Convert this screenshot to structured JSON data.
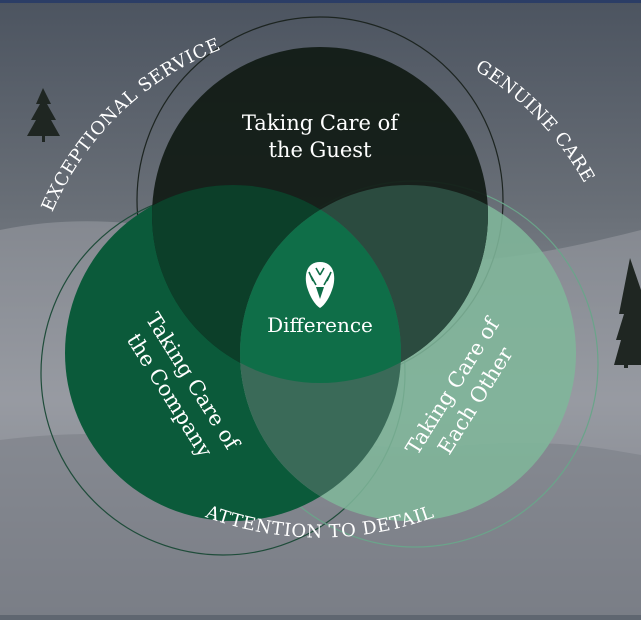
{
  "diagram": {
    "circles": {
      "guest": {
        "lines": [
          "Taking Care of",
          "the Guest"
        ],
        "color": "#101a14"
      },
      "company": {
        "lines": [
          "Taking Care of",
          "the Company"
        ],
        "color": "#0b5a3a"
      },
      "each_other": {
        "lines": [
          "Taking Care of",
          "Each Other"
        ],
        "color": "#7fb69a"
      }
    },
    "center": {
      "label": "Difference",
      "icon": "stag-head-icon",
      "color": "#0f6e48"
    },
    "ring_labels": {
      "top_left": "EXCEPTIONAL SERVICE",
      "top_right": "GENUINE CARE",
      "bottom": "ATTENTION TO DETAIL"
    }
  }
}
